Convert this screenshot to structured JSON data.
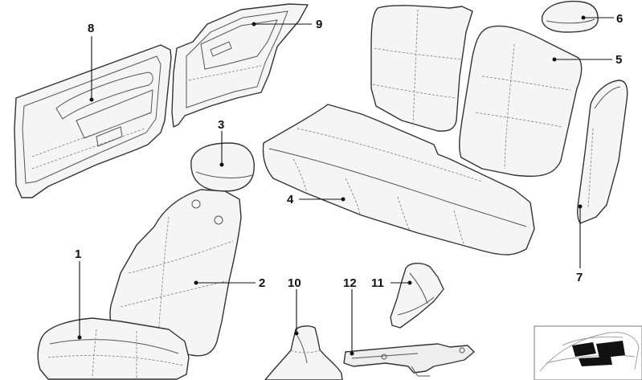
{
  "callouts": [
    {
      "id": "1",
      "label": "1"
    },
    {
      "id": "2",
      "label": "2"
    },
    {
      "id": "3",
      "label": "3"
    },
    {
      "id": "4",
      "label": "4"
    },
    {
      "id": "5",
      "label": "5"
    },
    {
      "id": "6",
      "label": "6"
    },
    {
      "id": "7",
      "label": "7"
    },
    {
      "id": "8",
      "label": "8"
    },
    {
      "id": "9",
      "label": "9"
    },
    {
      "id": "10",
      "label": "10"
    },
    {
      "id": "11",
      "label": "11"
    },
    {
      "id": "12",
      "label": "12"
    }
  ],
  "colors": {
    "line": "#333333",
    "fill": "#f5f5f5",
    "highlight": "#111111"
  }
}
